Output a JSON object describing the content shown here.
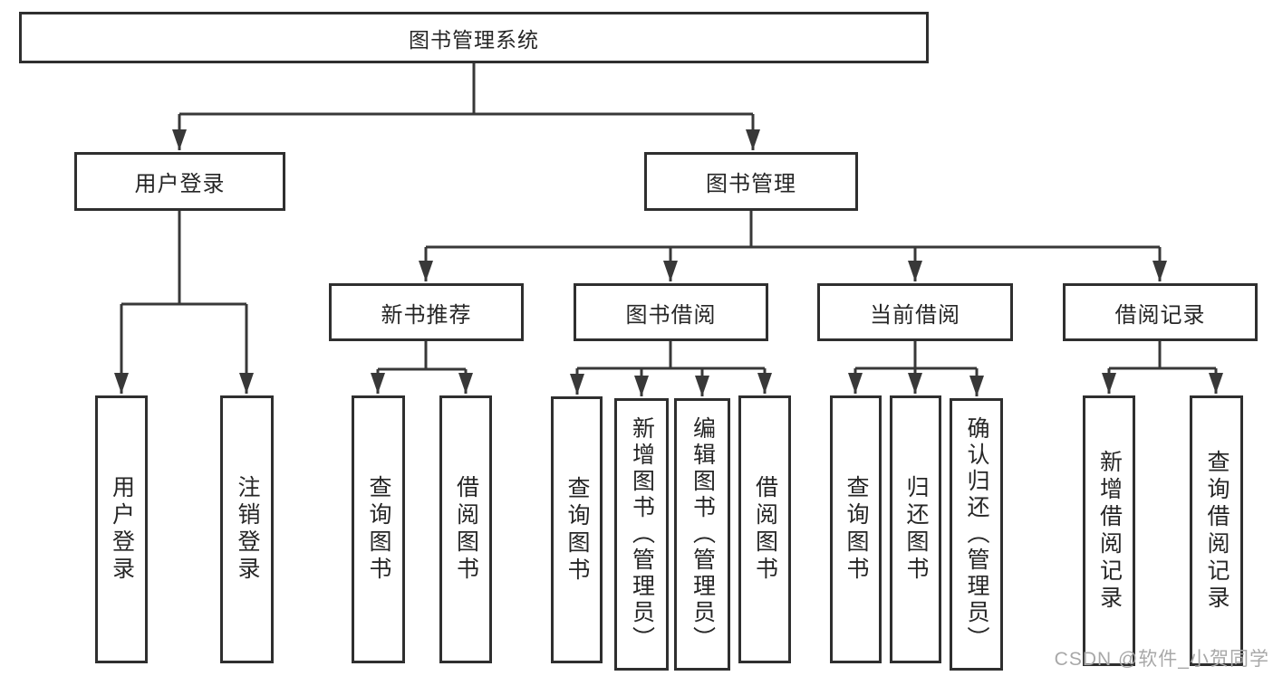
{
  "diagram": {
    "root": {
      "label": "图书管理系统"
    },
    "level2": {
      "user_login": {
        "label": "用户登录"
      },
      "book_management": {
        "label": "图书管理"
      }
    },
    "level3": {
      "new_book_recommend": {
        "label": "新书推荐"
      },
      "book_borrow": {
        "label": "图书借阅"
      },
      "current_borrow": {
        "label": "当前借阅"
      },
      "borrow_records": {
        "label": "借阅记录"
      }
    },
    "leaves": {
      "user_login_login": {
        "label": "用户登录"
      },
      "user_login_logout": {
        "label": "注销登录"
      },
      "recommend_query_book": {
        "label": "查询图书"
      },
      "recommend_borrow_book": {
        "label": "借阅图书"
      },
      "borrow_query_book": {
        "label": "查询图书"
      },
      "borrow_add_book_admin": {
        "label": "新增图书（管理员）"
      },
      "borrow_edit_book_admin": {
        "label": "编辑图书（管理员）"
      },
      "borrow_borrow_book": {
        "label": "借阅图书"
      },
      "current_query_book": {
        "label": "查询图书"
      },
      "current_return_book": {
        "label": "归还图书"
      },
      "current_confirm_return_admin": {
        "label": "确认归还（管理员）"
      },
      "records_add_record": {
        "label": "新增借阅记录"
      },
      "records_query_record": {
        "label": "查询借阅记录"
      }
    },
    "watermark": "CSDN @软件_小贺同学",
    "colors": {
      "line": "#383838",
      "box_border": "#2f2f2f",
      "text": "#262626",
      "watermark": "#a8a8a8",
      "background": "#ffffff"
    }
  }
}
